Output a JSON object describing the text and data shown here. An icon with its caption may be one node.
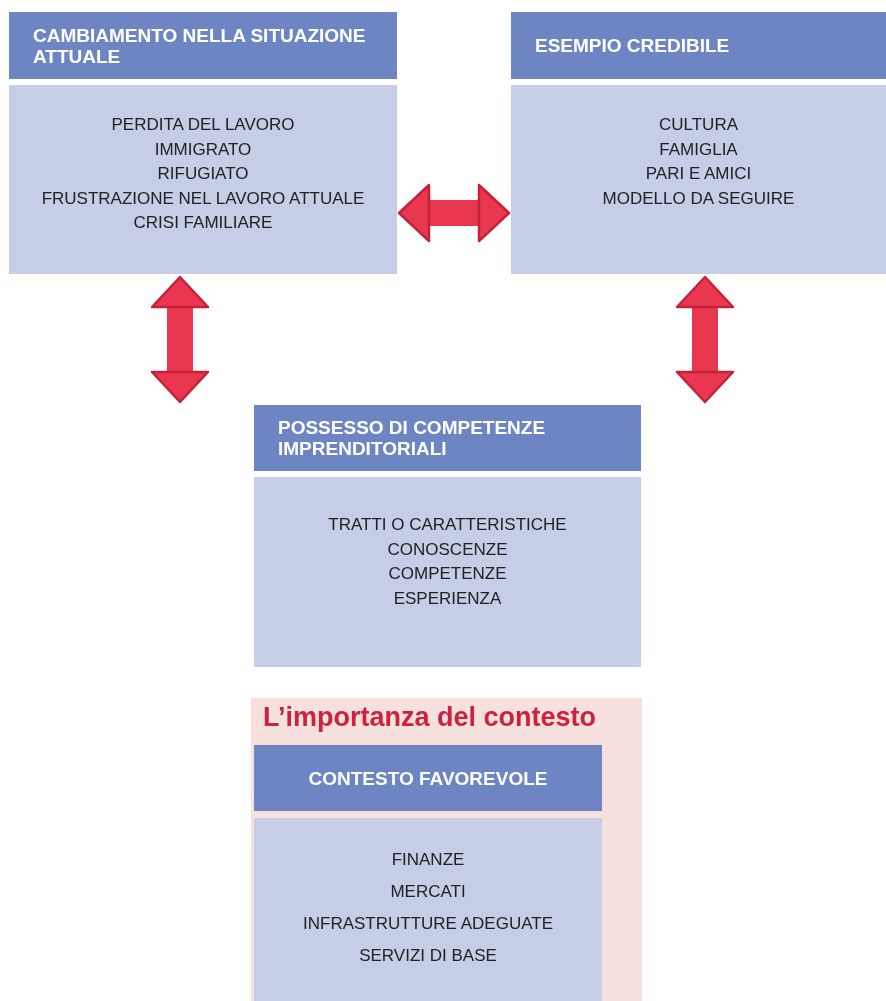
{
  "diagram": {
    "nodes": [
      {
        "text": [
          "CAMBIAMENTO NELLA SITUAZIONE ATTUALE",
          "PERDITA DEL LAVORO",
          "IMMIGRATO",
          "RIFUGIATO",
          "FRUSTRAZIONE NEL LAVORO ATTUALE",
          "CRISI FAMILIARE"
        ]
      },
      {
        "text": [
          "ESEMPIO CREDIBILE",
          "CULTURA",
          "FAMIGLIA",
          "PARI E AMICI",
          "MODELLO DA SEGUIRE"
        ]
      },
      {
        "text": [
          "POSSESSO DI COMPETENZE IMPRENDITORIALI",
          "TRATTI O CARATTERISTICHE",
          "CONOSCENZE",
          "COMPETENZE",
          "ESPERIENZA"
        ]
      },
      {
        "text": [
          "L’importanza del contesto"
        ]
      },
      {
        "text": [
          "CONTESTO FAVOREVOLE",
          "FINANZE",
          "MERCATI",
          "INFRASTRUTTURE ADEGUATE",
          "SERVIZI DI BASE"
        ],
        "in": 3
      }
    ],
    "edges": [
      {
        "from": 0,
        "to": 1,
        "arrow": "both"
      },
      {
        "from": 0,
        "to": 2,
        "arrow": "both"
      },
      {
        "from": 1,
        "to": 2,
        "arrow": "both"
      }
    ]
  }
}
